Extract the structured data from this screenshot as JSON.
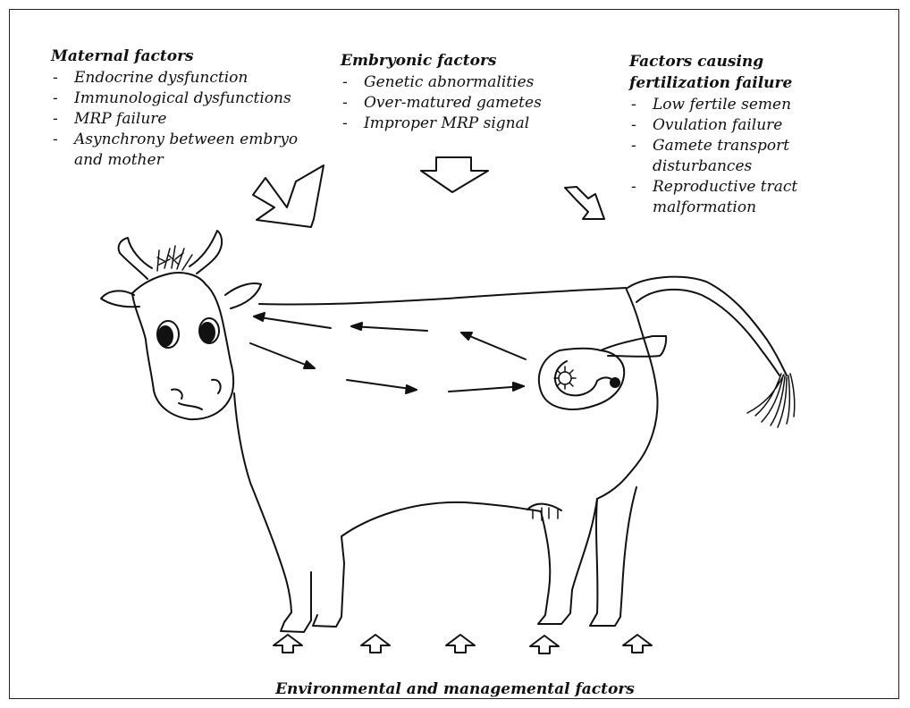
{
  "maternal": {
    "title": "Maternal factors",
    "items": [
      "Endocrine dysfunction",
      "Immunological dysfunctions",
      "MRP failure",
      "Asynchrony between embryo and mother"
    ]
  },
  "embryonic": {
    "title": "Embryonic factors",
    "items": [
      "Genetic abnormalities",
      "Over-matured gametes",
      "Improper MRP signal"
    ]
  },
  "fertilization": {
    "title": "Factors causing fertilization failure",
    "items": [
      "Low fertile semen",
      "Ovulation failure",
      "Gamete transport disturbances",
      "Reproductive tract malformation"
    ]
  },
  "environment": {
    "label": "Environmental and managemental factors"
  }
}
